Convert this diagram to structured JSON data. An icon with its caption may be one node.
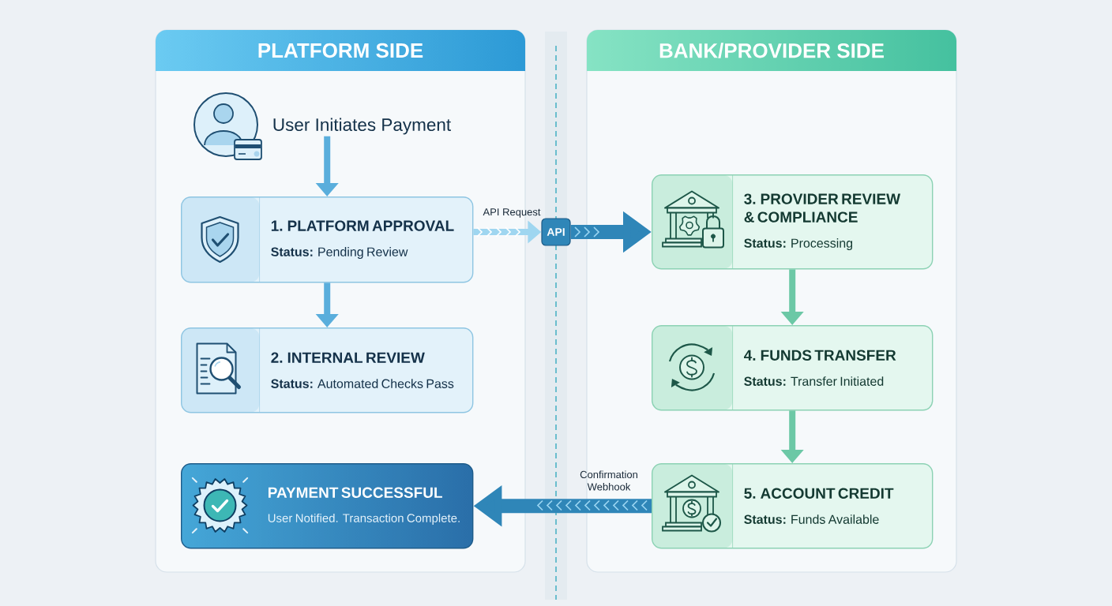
{
  "diagram": {
    "nodes": [
      {
        "text": [
          "PLATFORM SIDE"
        ]
      },
      {
        "text": [
          "BANK/PROVIDER SIDE"
        ]
      },
      {
        "text": [
          "User Initiates Payment"
        ],
        "in": 0
      },
      {
        "text": [
          "1. PLATFORM APPROVAL",
          "**Status:** Pending Review"
        ],
        "in": 0
      },
      {
        "text": [
          "2. INTERNAL REVIEW",
          "**Status:** Automated Checks Pass"
        ],
        "in": 0
      },
      {
        "text": [
          "PAYMENT SUCCESSFUL",
          "User Notified. Transaction Complete."
        ],
        "in": 0
      },
      {
        "text": [
          "3. PROVIDER REVIEW & COMPLIANCE",
          "**Status:** Processing"
        ],
        "in": 1
      },
      {
        "text": [
          "4. FUNDS TRANSFER",
          "**Status:** Transfer Initiated"
        ],
        "in": 1
      },
      {
        "text": [
          "5. ACCOUNT CREDIT",
          "**Status:** Funds Available"
        ],
        "in": 1
      },
      {
        "text": [
          "API"
        ]
      }
    ],
    "edges": [
      {
        "from": 2,
        "to": 3,
        "arrow": "to",
        "color": "#5aaedc"
      },
      {
        "from": 3,
        "to": 4,
        "arrow": "to",
        "color": "#5aaedc"
      },
      {
        "from": 3,
        "to": 9,
        "arrow": "to",
        "label": "API Request",
        "color": "#9fd6f0"
      },
      {
        "from": 9,
        "to": 6,
        "arrow": "to",
        "style": "thick",
        "color": "#2f86b8"
      },
      {
        "from": 6,
        "to": 7,
        "arrow": "to",
        "color": "#6cc8a6"
      },
      {
        "from": 7,
        "to": 8,
        "arrow": "to",
        "color": "#6cc8a6"
      },
      {
        "from": 8,
        "to": 5,
        "arrow": "to",
        "label": "Confirmation Webhook",
        "style": "thick",
        "color": "#2f86b8"
      }
    ]
  }
}
